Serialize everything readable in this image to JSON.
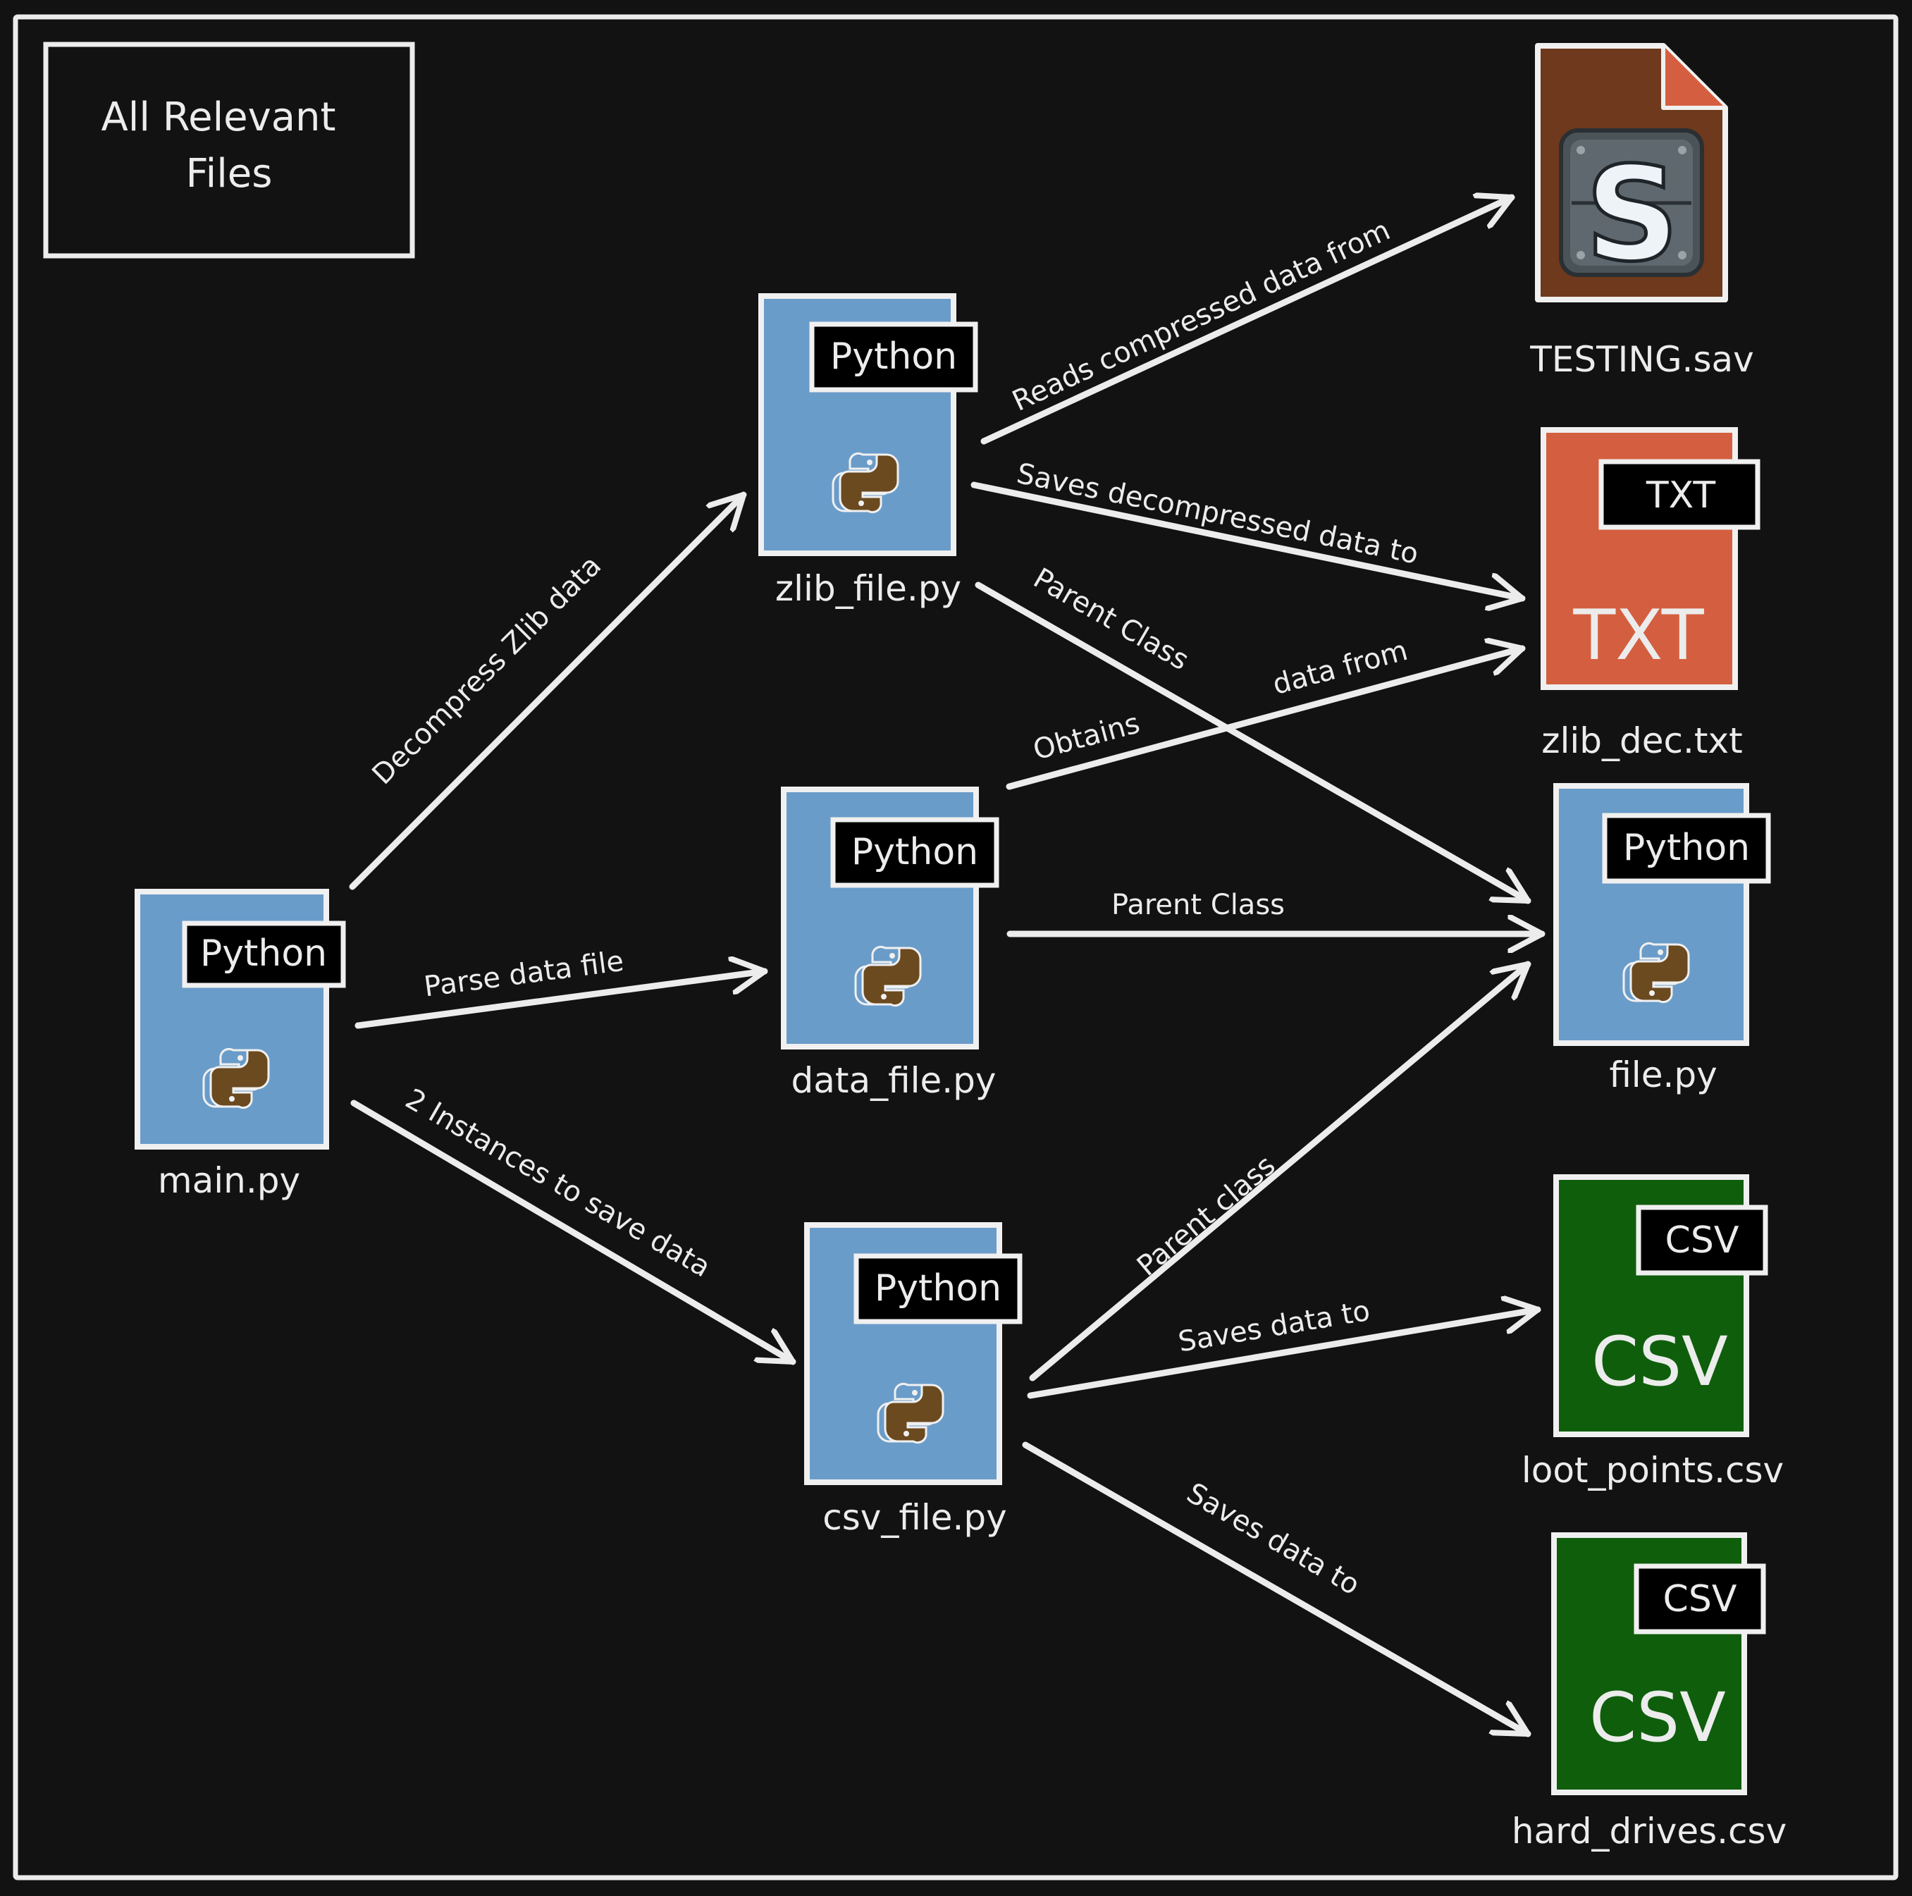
{
  "title_box": {
    "text_line1": "All Relevant",
    "text_line2": "Files"
  },
  "colors": {
    "background": "#121212",
    "stroke": "#ececec",
    "python_blue": "#6a9cc9",
    "txt_orange": "#d45f40",
    "csv_green": "#0f5e0c",
    "sav_brown": "#6e391c"
  },
  "nodes": {
    "main": {
      "label": "main.py",
      "tag": "Python",
      "icon": "python-logo-icon"
    },
    "zlib_file": {
      "label": "zlib_file.py",
      "tag": "Python",
      "icon": "python-logo-icon"
    },
    "data_file": {
      "label": "data_file.py",
      "tag": "Python",
      "icon": "python-logo-icon"
    },
    "csv_file": {
      "label": "csv_file.py",
      "tag": "Python",
      "icon": "python-logo-icon"
    },
    "file": {
      "label": "file.py",
      "tag": "Python",
      "icon": "python-logo-icon"
    },
    "testing_sav": {
      "label": "TESTING.sav",
      "icon": "sav-file-icon",
      "glyph": "S"
    },
    "zlib_dec": {
      "label": "zlib_dec.txt",
      "tag": "TXT",
      "big": "TXT",
      "icon": "txt-file-icon"
    },
    "loot_points": {
      "label": "loot_points.csv",
      "tag": "CSV",
      "big": "CSV",
      "icon": "csv-file-icon"
    },
    "hard_drives": {
      "label": "hard_drives.csv",
      "tag": "CSV",
      "big": "CSV",
      "icon": "csv-file-icon"
    }
  },
  "edges": {
    "main_to_zlib": "Decompress Zlib data",
    "main_to_data": "Parse data file",
    "main_to_csv": "2 Instances to save data",
    "zlib_to_sav": "Reads compressed data from",
    "zlib_to_txt": "Saves decompressed data to",
    "zlib_to_file": "Parent Class",
    "data_to_txt_part1": "Obtains",
    "data_to_txt_part2": "data from",
    "data_to_file": "Parent Class",
    "csv_to_file": "Parent class",
    "csv_to_loot": "Saves data to",
    "csv_to_hard": "Saves data to"
  }
}
